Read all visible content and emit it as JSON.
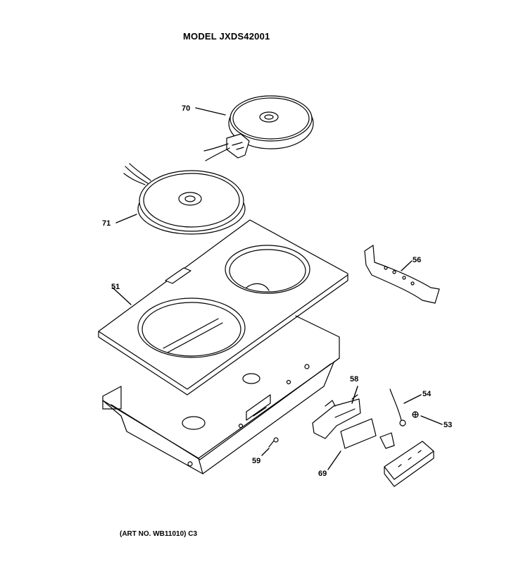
{
  "header": {
    "model": "MODEL JXDS42001"
  },
  "footer": {
    "art_no": "(ART NO. WB11010) C3"
  },
  "callouts": {
    "c70": "70",
    "c71": "71",
    "c51": "51",
    "c56": "56",
    "c58": "58",
    "c54": "54",
    "c53": "53",
    "c59": "59",
    "c69": "69"
  }
}
